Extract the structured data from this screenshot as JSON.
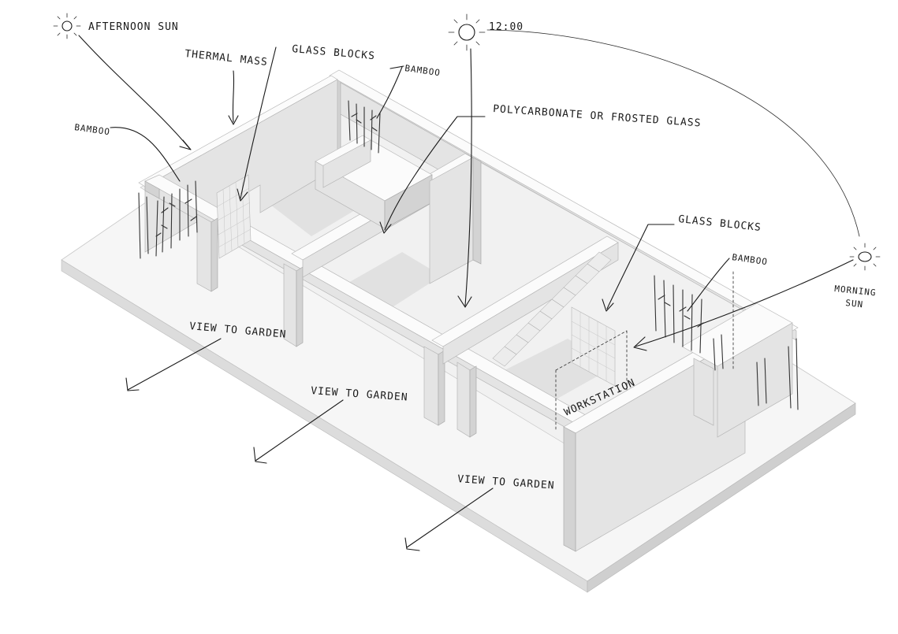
{
  "annotations": {
    "afternoon_sun": "AFTERNOON SUN",
    "noon_time": "12:00",
    "thermal_mass": "THERMAL MASS",
    "glass_blocks_top": "GLASS BLOCKS",
    "bamboo_top": "BAMBOO",
    "bamboo_left": "BAMBOO",
    "polycarbonate": "POLYCARBONATE OR FROSTED GLASS",
    "glass_blocks_right": "GLASS BLOCKS",
    "bamboo_right": "BAMBOO",
    "morning_sun_line1": "MORNING",
    "morning_sun_line2": "SUN",
    "view_to_garden_1": "VIEW TO GARDEN",
    "view_to_garden_2": "VIEW TO GARDEN",
    "view_to_garden_3": "VIEW TO GARDEN",
    "workstation": "WORKSTATION"
  },
  "icons": {
    "afternoon_sun": "sun-icon",
    "noon_sun": "sun-icon",
    "morning_sun": "sun-icon"
  },
  "colors": {
    "background": "#ffffff",
    "ink": "#1a1a1a",
    "model_light": "#f1f1f1",
    "model_shade": "#d3d3d3"
  }
}
